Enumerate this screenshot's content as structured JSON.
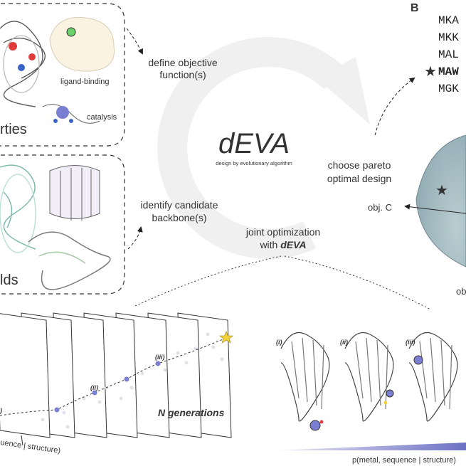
{
  "panel_b": {
    "letter": "B",
    "sequences": [
      "MKA",
      "MKK",
      "MAL",
      "MAW",
      "MGK"
    ],
    "selected_marker": "★"
  },
  "properties_box": {
    "title_fragment": "rties",
    "ligand_label": "ligand-binding",
    "catalysis_label": "catalysis"
  },
  "scaffolds_box": {
    "title_fragment": "lds"
  },
  "center": {
    "title": "dEVA",
    "subtitle": "design by evolutionary algorithm"
  },
  "steps": {
    "define_line1": "define objective",
    "define_line2": "function(s)",
    "identify_line1": "identify candidate",
    "identify_line2": "backbone(s)",
    "choose_line1": "choose pareto",
    "choose_line2": "optimal design",
    "joint_line1": "joint optimization",
    "joint_line2_prefix": "with ",
    "joint_line2_emph": "dEVA"
  },
  "pareto": {
    "axis_c_label": "obj. C",
    "axis_b_fragment": "ob",
    "star_marker": "★"
  },
  "generations": {
    "label": "N generations",
    "markers": [
      "(i)",
      "(ii)",
      "(iii)"
    ],
    "axis_fragment": "uence | structure)",
    "i_fragment": ")"
  },
  "structures": {
    "labels": [
      "(i)",
      "(ii)",
      "(iii)"
    ],
    "axis_label": "p(metal, sequence | structure)"
  },
  "colors": {
    "accent_purple": "#7b7fd1",
    "star_yellow": "#f2d23a",
    "pareto_fill": "#a9bec4"
  }
}
